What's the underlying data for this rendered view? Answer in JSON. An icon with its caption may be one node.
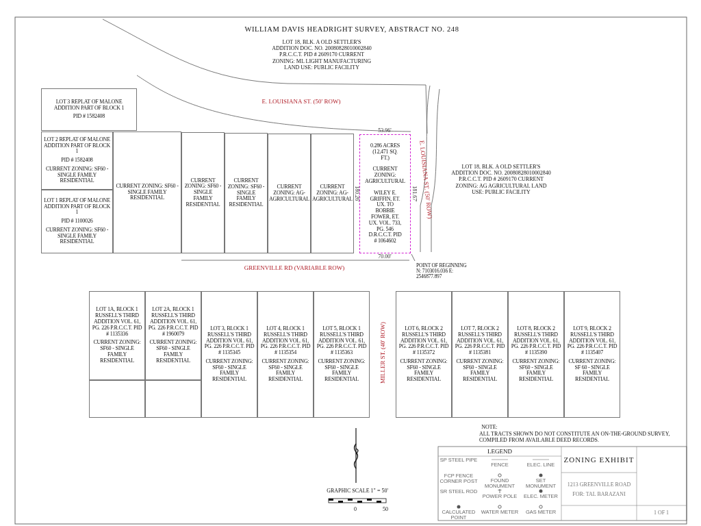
{
  "diagram": {
    "title": "WILLIAM DAVIS HEADRIGHT SURVEY, ABSTRACT NO. 248",
    "nodes": [
      {
        "text": [
          "LOT 3 REPLAT OF MALONE ADDITION PART OF BLOCK 1",
          "PID # 1582408"
        ]
      },
      {
        "text": [
          "LOT 2 REPLAT OF MALONE ADDITION PART OF BLOCK 1",
          "PID # 1582408",
          "CURRENT ZONING: SF60 - SINGLE FAMILY RESIDENTIAL"
        ]
      },
      {
        "text": [
          "LOT 1 REPLAT OF MALONE ADDITION PART OF BLOCK 1",
          "PID # 1100026",
          "CURRENT ZONING: SF60 - SINGLE FAMILY RESIDENTIAL"
        ]
      },
      {
        "text": [
          "CURRENT ZONING: SF60 - SINGLE FAMILY RESIDENTIAL"
        ]
      },
      {
        "text": [
          "CURRENT ZONING: SF60 - SINGLE FAMILY RESIDENTIAL"
        ]
      },
      {
        "text": [
          "CURRENT ZONING: SF60 - SINGLE FAMILY RESIDENTIAL"
        ]
      },
      {
        "text": [
          "CURRENT ZONING: AG- AGRICULTURAL"
        ]
      },
      {
        "text": [
          "CURRENT ZONING: AG- AGRICULTURAL"
        ]
      },
      {
        "text": [
          "0.286 ACRES (12,471 SQ. FT.)",
          "CURRENT ZONING: AGRICULTURAL",
          "WILEY E. GRIFFIN, ET. UX. TO BOBBIE FOWER, ET. UX. VOL. 733, PG. 546 D.R.C.C.T. PID # 1064602"
        ],
        "beside": [
          "53.96'",
          "180.26'",
          "181.67'",
          "70.00'"
        ]
      },
      {
        "text": [
          "POINT OF BEGINNING N: 7103016.036 E: 2546877.897"
        ]
      },
      {
        "text": [
          "LOT 1A, BLOCK 1 RUSSELL'S THIRD ADDITION VOL. 61, PG. 226 P.R.C.C.T. PID # 1135336",
          "CURRENT ZONING: SF60 - SINGLE FAMILY RESIDENTIAL"
        ]
      },
      {
        "text": [
          "LOT 2A, BLOCK 1 RUSSELL'S THIRD ADDITION VOL. 61, PG. 226 P.R.C.C.T. PID # 1960079",
          "CURRENT ZONING: SF60 - SINGLE FAMILY RESIDENTIAL"
        ]
      },
      {
        "text": [
          "LOT 3, BLOCK 1 RUSSELL'S THIRD ADDITION VOL. 61, PG. 226 P.R.C.C.T. PID # 1135345",
          "CURRENT ZONING: SF60 - SINGLE FAMILY RESIDENTIAL"
        ]
      },
      {
        "text": [
          "LOT 4, BLOCK 1 RUSSELL'S THIRD ADDITION VOL. 61, PG. 226 P.R.C.C.T. PID # 1135354",
          "CURRENT ZONING: SF60 - SINGLE FAMILY RESIDENTIAL"
        ]
      },
      {
        "text": [
          "LOT 5, BLOCK 1 RUSSELL'S THIRD ADDITION VOL. 61, PG. 226 P.R.C.C.T. PID # 1135363",
          "CURRENT ZONING: SF60 - SINGLE FAMILY RESIDENTIAL"
        ]
      },
      {
        "text": [
          "LOT 6, BLOCK 2 RUSSELL'S THIRD ADDITION VOL. 61, PG. 226 P.R.C.C.T. PID # 1135372",
          "CURRENT ZONING: SF60 - SINGLE FAMILY RESIDENTIAL"
        ]
      },
      {
        "text": [
          "LOT 7, BLOCK 2 RUSSELL'S THIRD ADDITION VOL. 61, PG. 226 P.R.C.C.T. PID # 1135381",
          "CURRENT ZONING: SF60 - SINGLE FAMILY RESIDENTIAL"
        ]
      },
      {
        "text": [
          "LOT 8, BLOCK 2 RUSSELL'S THIRD ADDITION VOL. 61, PG. 226 P.R.C.C.T. PID # 1135390",
          "CURRENT ZONING: SF60 - SINGLE FAMILY RESIDENTIAL"
        ]
      },
      {
        "text": [
          "LOT 9, BLOCK 2 RUSSELL'S THIRD ADDITION VOL. 61, PG. 226 P.R.C.C.T. PID # 1135407",
          "CURRENT ZONING: SF 60 - SINGLE FAMILY RESIDENTIAL"
        ]
      },
      {
        "text": [],
        "shape": "box"
      },
      {
        "text": [],
        "shape": "box"
      }
    ],
    "edges": [
      {
        "from": 9,
        "to": 8,
        "arrow": "none"
      }
    ],
    "labels": [
      "LOT 18, BLK. A OLD SETTLER'S ADDITION DOC. NO. 20080828010002840 P.R.C.C.T. PID # 2609170 CURRENT ZONING: ML LIGHT MANUFACTURING LAND USE: PUBLIC FACILITY",
      "E. LOUISIANA ST. (50' ROW)",
      "E. LOUISIANA ST. (50' ROW)",
      "LOT 18, BLK. A OLD SETTLER'S ADDITION DOC. NO. 20080828010002840 P.R.C.C.T. PID # 2609170 CURRENT ZONING: AG AGRICULTURAL LAND USE: PUBLIC FACILITY",
      "GREENVILLE RD (VARIABLE ROW)",
      "MILLER ST. (40' ROW)",
      "NOTE:",
      "ALL TRACTS SHOWN DO NOT CONSTITUTE AN ON-THE-GROUND SURVEY, COMPILED FROM AVAILABLE DEED RECORDS.",
      "GRAPHIC SCALE 1\" = 50'",
      "0",
      "50",
      "LEGEND",
      "ZONING EXHIBIT",
      "1213 GREENVILLE ROAD",
      "FOR: TAL BARAZANI",
      "1 OF 1"
    ],
    "legend": [
      {
        "text": "SP STEEL PIPE"
      },
      {
        "text": "FENCE"
      },
      {
        "text": "ELEC. LINE"
      },
      {
        "text": "FCP FENCE CORNER POST"
      },
      {
        "text": "FOUND MONUMENT"
      },
      {
        "text": "SET MONUMENT"
      },
      {
        "text": "SR STEEL ROD"
      },
      {
        "text": "POWER POLE"
      },
      {
        "text": "ELEC. METER"
      },
      {
        "text": "CALCULATED POINT"
      },
      {
        "text": "WATER METER"
      },
      {
        "text": "GAS METER"
      }
    ]
  }
}
